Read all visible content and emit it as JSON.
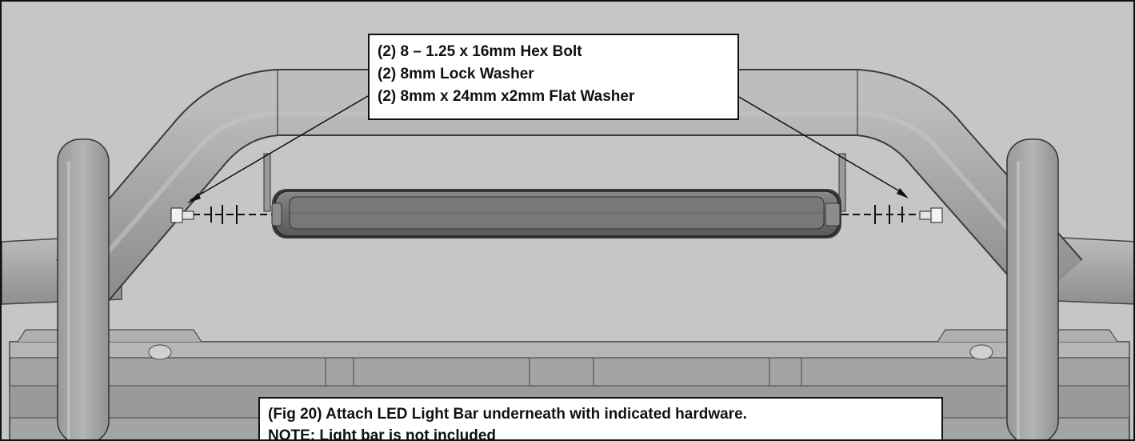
{
  "hardware_callout": {
    "lines": [
      "(2) 8 – 1.25 x 16mm Hex Bolt",
      "(2) 8mm Lock Washer",
      "(2) 8mm x 24mm x2mm Flat Washer"
    ]
  },
  "caption": {
    "line1": "(Fig 20) Attach LED Light Bar underneath with indicated hardware.",
    "line2": "NOTE: Light bar is not included"
  },
  "colors": {
    "background": "#c4c4c4",
    "tube": "#a9a9a9",
    "light_bar": "#7a7a7a",
    "outline": "#111111"
  }
}
